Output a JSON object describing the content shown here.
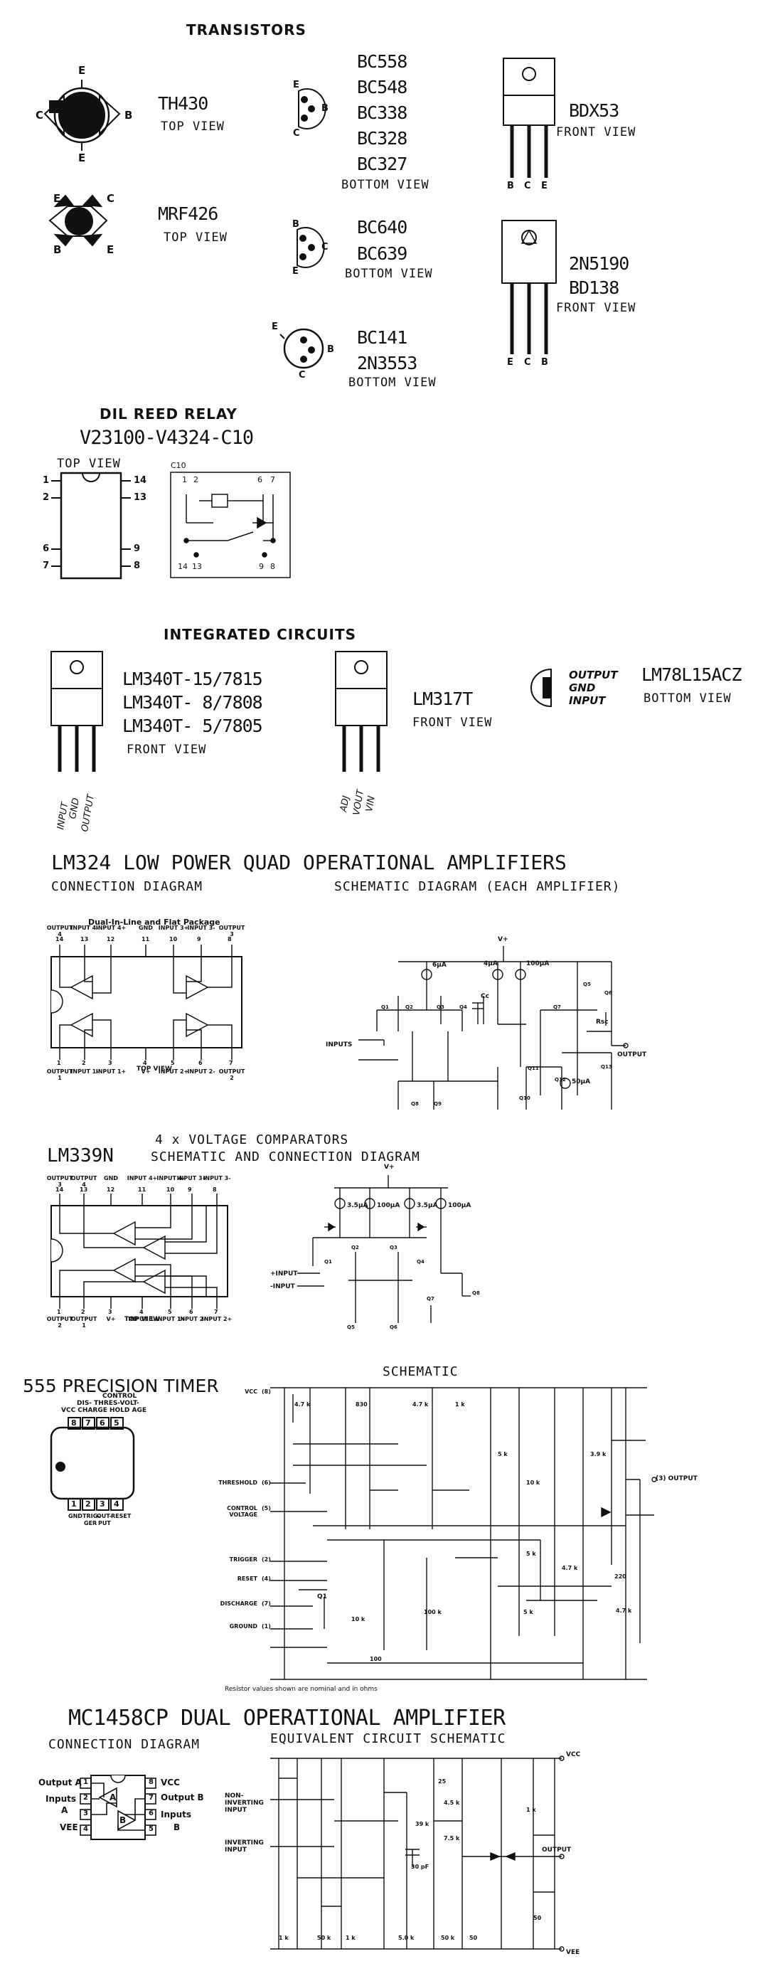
{
  "transistors": {
    "heading": "TRANSISTORS",
    "th430": {
      "part": "TH430",
      "view": "TOP VIEW",
      "pins": [
        "C",
        "E",
        "B",
        "E"
      ]
    },
    "mrf426": {
      "part": "MRF426",
      "view": "TOP VIEW",
      "pins": [
        "E",
        "C",
        "B",
        "E"
      ]
    },
    "bc_group1": {
      "parts": [
        "BC558",
        "BC548",
        "BC338",
        "BC328",
        "BC327"
      ],
      "view": "BOTTOM VIEW",
      "pins": [
        "E",
        "B",
        "C"
      ]
    },
    "bc_group2": {
      "parts": [
        "BC640",
        "BC639"
      ],
      "view": "BOTTOM VIEW",
      "pins": [
        "B",
        "C",
        "E"
      ]
    },
    "bc_group3": {
      "parts": [
        "BC141",
        "2N3553"
      ],
      "view": "BOTTOM VIEW",
      "pins": [
        "E",
        "B",
        "C"
      ]
    },
    "bdx53": {
      "part": "BDX53",
      "view": "FRONT VIEW",
      "pins": [
        "B",
        "C",
        "E"
      ]
    },
    "n5190": {
      "parts": [
        "2N5190",
        "BD138"
      ],
      "view": "FRONT VIEW",
      "pins": [
        "E",
        "C",
        "B"
      ]
    }
  },
  "relay": {
    "heading": "DIL REED RELAY",
    "part": "V23100-V4324-C10",
    "view": "TOP VIEW",
    "pins_left": [
      "1",
      "2",
      "6",
      "7"
    ],
    "pins_right": [
      "14",
      "13",
      "9",
      "8"
    ],
    "schematic_label": "C10",
    "schematic_top": [
      "1",
      "2",
      "6",
      "7"
    ],
    "schematic_bottom": [
      "14",
      "13",
      "9",
      "8"
    ]
  },
  "ics": {
    "heading": "INTEGRATED CIRCUITS",
    "lm340": {
      "parts": [
        "LM340T-15/7815",
        "LM340T- 8/7808",
        "LM340T- 5/7805"
      ],
      "view": "FRONT VIEW",
      "pins": [
        "INPUT",
        "GND",
        "OUTPUT"
      ]
    },
    "lm317": {
      "part": "LM317T",
      "view": "FRONT VIEW",
      "pins": [
        "ADJ",
        "VOUT",
        "VIN"
      ]
    },
    "lm78l15": {
      "part": "LM78L15ACZ",
      "view": "BOTTOM VIEW",
      "pins": [
        "OUTPUT",
        "GND",
        "INPUT"
      ]
    }
  },
  "lm324": {
    "title": "LM324 LOW POWER QUAD OPERATIONAL AMPLIFIERS",
    "conn_label": "CONNECTION DIAGRAM",
    "schem_label": "SCHEMATIC DIAGRAM (EACH AMPLIFIER)",
    "package": "Dual-In-Line and Flat Package",
    "top_pins": [
      "OUTPUT 4",
      "INPUT 4-",
      "INPUT 4+",
      "GND",
      "INPUT 3+",
      "INPUT 3-",
      "OUTPUT 3"
    ],
    "top_nums": [
      "14",
      "13",
      "12",
      "11",
      "10",
      "9",
      "8"
    ],
    "bottom_pins": [
      "OUTPUT 1",
      "INPUT 1-",
      "INPUT 1+",
      "V+",
      "INPUT 2+",
      "INPUT 2-",
      "OUTPUT 2"
    ],
    "bottom_nums": [
      "1",
      "2",
      "3",
      "4",
      "5",
      "6",
      "7"
    ],
    "top_view": "TOP VIEW",
    "schem_texts": {
      "vplus": "V+",
      "i1": "6μA",
      "i2": "4μA",
      "i3": "100μA",
      "i4": "50μA",
      "inputs": "INPUTS",
      "output": "OUTPUT",
      "cc": "Cc",
      "rsc": "Rsc",
      "q": [
        "Q1",
        "Q2",
        "Q3",
        "Q4",
        "Q5",
        "Q6",
        "Q7",
        "Q8",
        "Q9",
        "Q10",
        "Q11",
        "Q12",
        "Q13"
      ]
    }
  },
  "lm339": {
    "part": "LM339N",
    "title": "4 x VOLTAGE COMPARATORS",
    "subtitle": "SCHEMATIC AND CONNECTION DIAGRAM",
    "top_pins": [
      "OUTPUT 3",
      "OUTPUT 4",
      "GND",
      "INPUT 4+",
      "INPUT 4-",
      "INPUT 3+",
      "INPUT 3-"
    ],
    "top_nums": [
      "14",
      "13",
      "12",
      "11",
      "10",
      "9",
      "8"
    ],
    "bottom_pins": [
      "OUTPUT 2",
      "OUTPUT 1",
      "V+",
      "INPUT 1-",
      "INPUT 1+",
      "INPUT 2-",
      "INPUT 2+"
    ],
    "bottom_nums": [
      "1",
      "2",
      "3",
      "4",
      "5",
      "6",
      "7"
    ],
    "top_view": "TOP VIEW",
    "schem_texts": {
      "vplus": "V+",
      "i1": "3.5μA",
      "i2": "100μA",
      "i3": "3.5μA",
      "i4": "100μA",
      "pin": "+INPUT",
      "nin": "-INPUT",
      "q": [
        "Q1",
        "Q2",
        "Q3",
        "Q4",
        "Q5",
        "Q6",
        "Q7",
        "Q8"
      ]
    }
  },
  "ne555": {
    "title": "555 PRECISION TIMER",
    "schem_label": "SCHEMATIC",
    "top_labels": [
      "CONTROL",
      "DIS- THRES-VOLT-",
      "VCC CHARGE HOLD  AGE"
    ],
    "top_nums": [
      "8",
      "7",
      "6",
      "5"
    ],
    "bottom_nums": [
      "1",
      "2",
      "3",
      "4"
    ],
    "bottom_labels": [
      "GND",
      "TRIG-",
      "OUT-",
      "RESET"
    ],
    "bottom_labels2": [
      "",
      "GER",
      "PUT",
      ""
    ],
    "vcc": "VCC",
    "pins": [
      {
        "num": "(8)",
        "name": "VCC"
      },
      {
        "num": "(6)",
        "name": "THRESHOLD"
      },
      {
        "num": "(5)",
        "name": "CONTROL VOLTAGE"
      },
      {
        "num": "(2)",
        "name": "TRIGGER"
      },
      {
        "num": "(4)",
        "name": "RESET"
      },
      {
        "num": "(7)",
        "name": "DISCHARGE"
      },
      {
        "num": "(1)",
        "name": "GROUND"
      }
    ],
    "output": {
      "num": "(3)",
      "name": "OUTPUT"
    },
    "resistors": [
      "4.7 k",
      "830",
      "4.7 k",
      "1 k",
      "5 k",
      "3.9 k",
      "10 k",
      "5 k",
      "4.7 k",
      "220",
      "4.7 k",
      "10 k",
      "100 k",
      "5 k",
      "100"
    ],
    "q1": "Q1",
    "note": "Resistor values shown are nominal and in ohms"
  },
  "mc1458": {
    "title": "MC1458CP DUAL OPERATIONAL AMPLIFIER",
    "conn_label": "CONNECTION DIAGRAM",
    "schem_label": "EQUIVALENT CIRCUIT SCHEMATIC",
    "left": [
      "Output A",
      "Inputs",
      "A",
      "VEE"
    ],
    "right": [
      "VCC",
      "Output B",
      "Inputs",
      "B"
    ],
    "left_nums": [
      "1",
      "2",
      "3",
      "4"
    ],
    "right_nums": [
      "8",
      "7",
      "6",
      "5"
    ],
    "amp_a": "A",
    "amp_b": "B",
    "schem_texts": {
      "vcc": "VCC",
      "vee": "VEE",
      "noninv": "NON-INVERTING INPUT",
      "inv": "INVERTING INPUT",
      "output": "OUTPUT",
      "r": [
        "39 k",
        "30 pF",
        "4.5 k",
        "7.5 k",
        "25",
        "50",
        "1 k",
        "1 k",
        "50 k",
        "1 k",
        "5.0 k",
        "50 k",
        "50"
      ]
    }
  }
}
